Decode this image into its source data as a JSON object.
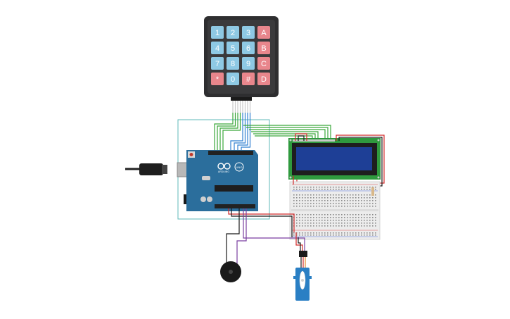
{
  "keypad": {
    "keys": [
      [
        "1",
        "2",
        "3",
        "A"
      ],
      [
        "4",
        "5",
        "6",
        "B"
      ],
      [
        "7",
        "8",
        "9",
        "C"
      ],
      [
        "*",
        "0",
        "#",
        "D"
      ]
    ],
    "colors": {
      "body": "#2e2e30",
      "digit": "#8ec9e4",
      "letter": "#e8868c",
      "text": "#ffffff"
    }
  },
  "arduino": {
    "logo_text": "ARDUINO",
    "model_text": "UNO",
    "colors": {
      "board": "#2b6e9c",
      "header": "#222222"
    }
  },
  "lcd": {
    "colors": {
      "pcb": "#2f9a3e",
      "bezel": "#1e1e1e",
      "screen": "#1e3f96"
    }
  },
  "breadboard": {
    "colors": {
      "body": "#ececec",
      "hole": "#8a8a8a",
      "rail_red": "#d94a4a",
      "rail_blue": "#4a6fd9"
    }
  },
  "servo": {
    "colors": {
      "body": "#2a7fc4",
      "horn": "#ffffff"
    }
  },
  "buzzer": {
    "colors": {
      "body": "#1a1a1a"
    }
  },
  "wires": {
    "colors": {
      "green": "#3aa63a",
      "blue": "#2f7fd1",
      "red": "#d12a2a",
      "black": "#1a1a1a",
      "purple": "#7a3fa0",
      "teal": "#5fb8b8"
    }
  }
}
